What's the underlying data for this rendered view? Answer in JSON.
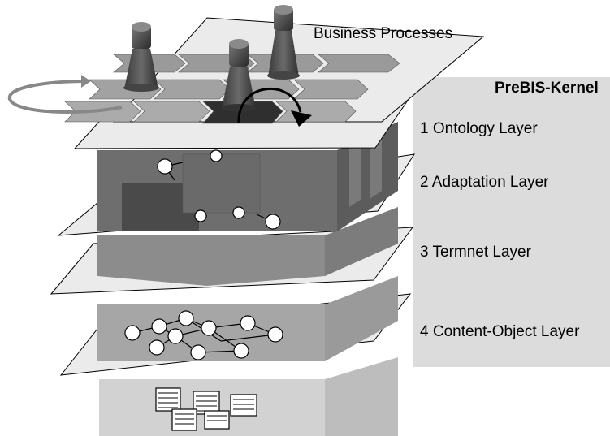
{
  "business_processes_label": "Business Processes",
  "kernel": {
    "title": "PreBIS-Kernel",
    "layers": [
      "1 Ontology Layer",
      "2 Adaptation Layer",
      "3 Termnet Layer",
      "4 Content-Object Layer"
    ]
  },
  "colors": {
    "panel": "#dcdcdc",
    "plane": "#ebebeb",
    "block_dark": "#6e6e6e",
    "block_mid": "#8c8c8c",
    "block_light": "#c8c8c8",
    "node_fill": "#ffffff"
  },
  "icons": [
    "person-pawn-icon",
    "process-arrow-icon",
    "cycle-arrow-icon",
    "curved-arrow-icon",
    "network-node-icon",
    "document-icon"
  ]
}
